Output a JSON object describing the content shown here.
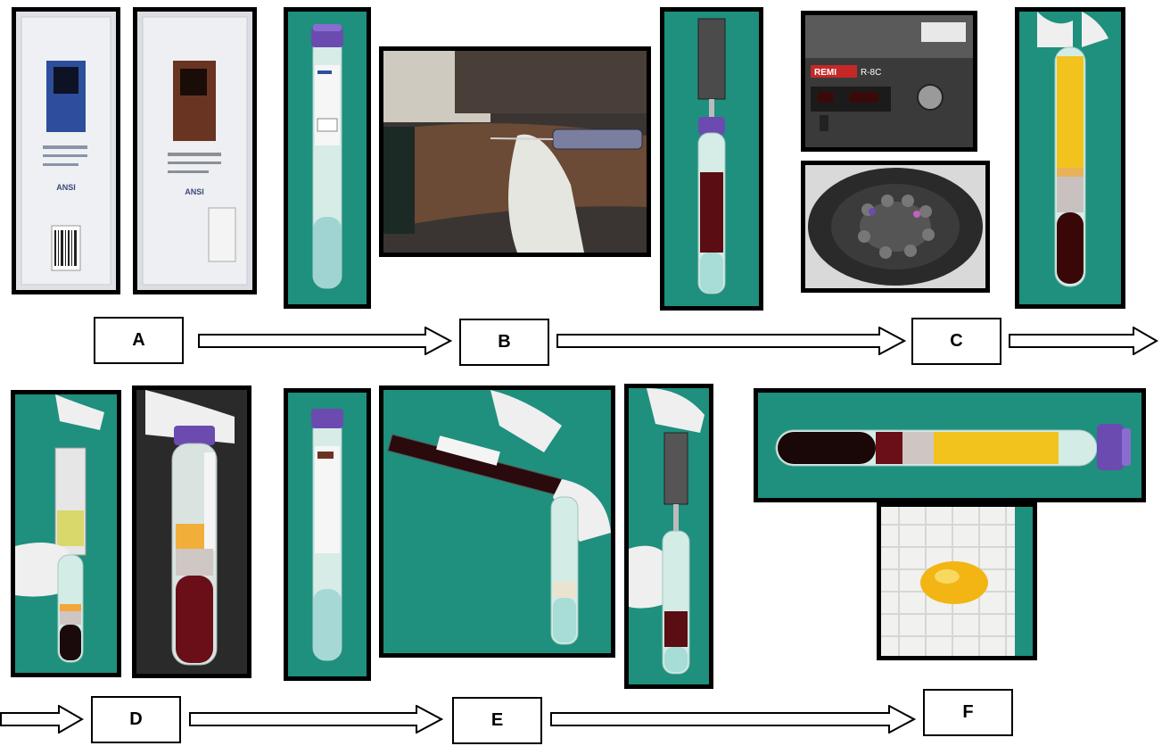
{
  "figure": {
    "steps": [
      {
        "label": "A"
      },
      {
        "label": "B"
      },
      {
        "label": "C"
      },
      {
        "label": "D"
      },
      {
        "label": "E"
      },
      {
        "label": "F"
      }
    ],
    "centrifuge_brand": "REMI",
    "centrifuge_model": "R-8C",
    "kit_brand": "ANSI"
  },
  "colors": {
    "frame": "#000000",
    "drape_teal": "#1f8f7e",
    "plasma_yellow": "#f2c31d",
    "blood_red": "#5a0d12",
    "tube_cap_purple": "#6b4bb0"
  }
}
